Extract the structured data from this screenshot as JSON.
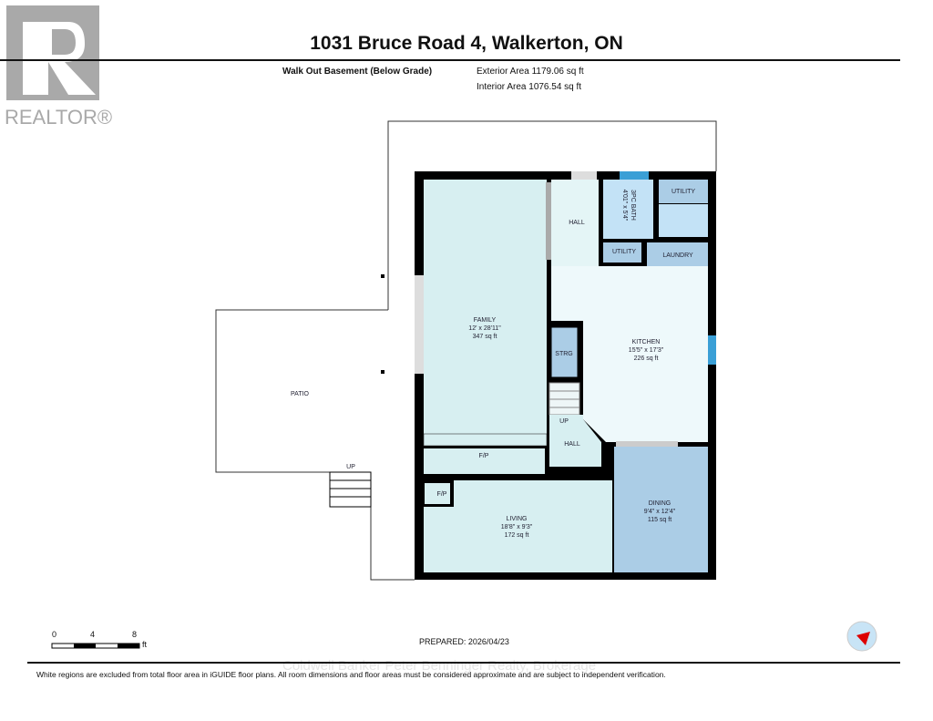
{
  "header": {
    "title": "1031 Bruce Road 4, Walkerton, ON",
    "level": "Walk Out Basement (Below Grade)",
    "exterior_area": "Exterior Area 1179.06 sq ft",
    "interior_area": "Interior Area 1076.54 sq ft"
  },
  "logo": {
    "text": "REALTOR®"
  },
  "rooms": {
    "family": {
      "name": "FAMILY",
      "dims": "12' x 28'11\"",
      "area": "347 sq ft"
    },
    "kitchen": {
      "name": "KITCHEN",
      "dims": "15'5\" x 17'3\"",
      "area": "226 sq ft"
    },
    "dining": {
      "name": "DINING",
      "dims": "9'4\" x 12'4\"",
      "area": "115 sq ft"
    },
    "living": {
      "name": "LIVING",
      "dims": "18'8\" x 9'3\"",
      "area": "172 sq ft"
    },
    "bath": {
      "name": "3PC BATH",
      "dims": "4'01\" x 5'4\""
    },
    "hall_top": "HALL",
    "hall_bottom": "HALL",
    "utility1": "UTILITY",
    "utility2": "UTILITY",
    "laundry": "LAUNDRY",
    "storage": "STRG",
    "fp1": "F/P",
    "fp2": "F/P",
    "stairs_up": "UP",
    "patio": "PATIO",
    "patio_up": "UP"
  },
  "scale": {
    "ticks": [
      "0",
      "4",
      "8"
    ],
    "unit": "ft"
  },
  "prepared": "PREPARED: 2026/04/23",
  "watermark": "Coldwell Banker Peter Benninger Realty, Brokerage",
  "disclaimer": "White regions are excluded from total floor area in iGUIDE floor plans. All room dimensions and floor areas must be considered approximate and are subject to independent verification.",
  "colors": {
    "room_light": "#d7eff1",
    "room_pale": "#eef9fb",
    "room_blue": "#abcde6",
    "bath": "#c3e2f6",
    "wall": "#000000"
  }
}
